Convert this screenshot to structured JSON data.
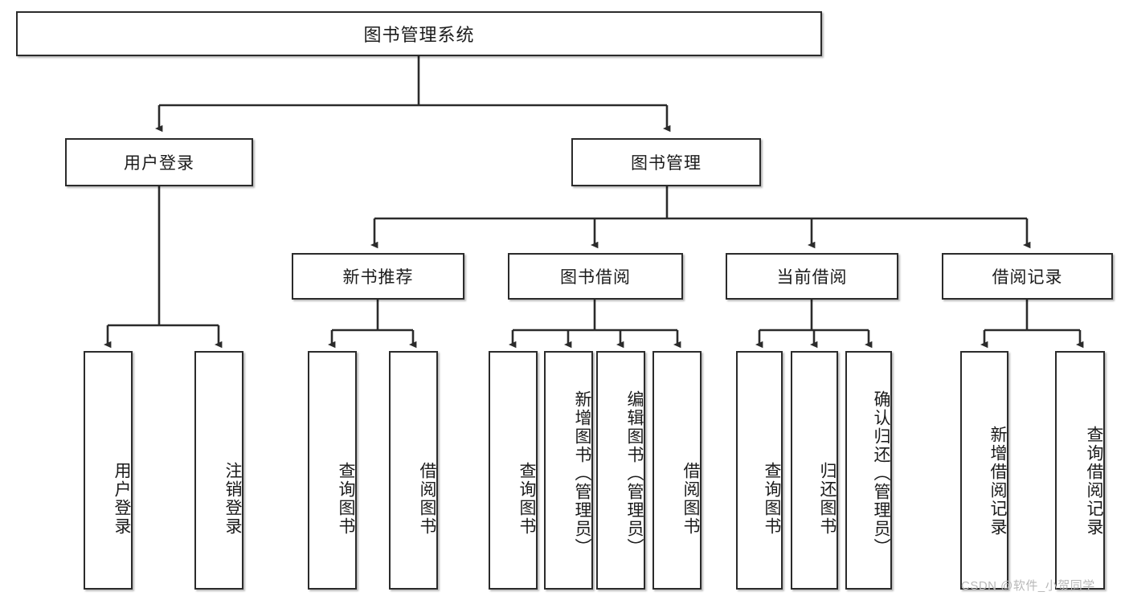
{
  "diagram": {
    "title": "图书管理系统",
    "type": "hierarchy-tree",
    "root": {
      "label": "图书管理系统"
    },
    "level1": [
      {
        "label": "用户登录"
      },
      {
        "label": "图书管理"
      }
    ],
    "level2": [
      {
        "label": "新书推荐"
      },
      {
        "label": "图书借阅"
      },
      {
        "label": "当前借阅"
      },
      {
        "label": "借阅记录"
      }
    ],
    "leaves": {
      "user_login": [
        {
          "label": "用户登录"
        },
        {
          "label": "注销登录"
        }
      ],
      "new_book_recommend": [
        {
          "label": "查询图书"
        },
        {
          "label": "借阅图书"
        }
      ],
      "book_borrow": [
        {
          "label": "查询图书"
        },
        {
          "label": "新增图书（管理员）"
        },
        {
          "label": "编辑图书（管理员）"
        },
        {
          "label": "借阅图书"
        }
      ],
      "current_borrow": [
        {
          "label": "查询图书"
        },
        {
          "label": "归还图书"
        },
        {
          "label": "确认归还（管理员）"
        }
      ],
      "borrow_record": [
        {
          "label": "新增借阅记录"
        },
        {
          "label": "查询借阅记录"
        }
      ]
    }
  },
  "watermark": {
    "text": "CSDN @软件_小贺同学"
  },
  "colors": {
    "box_border": "#2b2b2b",
    "box_fill": "#ffffff",
    "line": "#2b2b2b",
    "text": "#1b1b1b",
    "watermark": "#b9b9b9"
  }
}
